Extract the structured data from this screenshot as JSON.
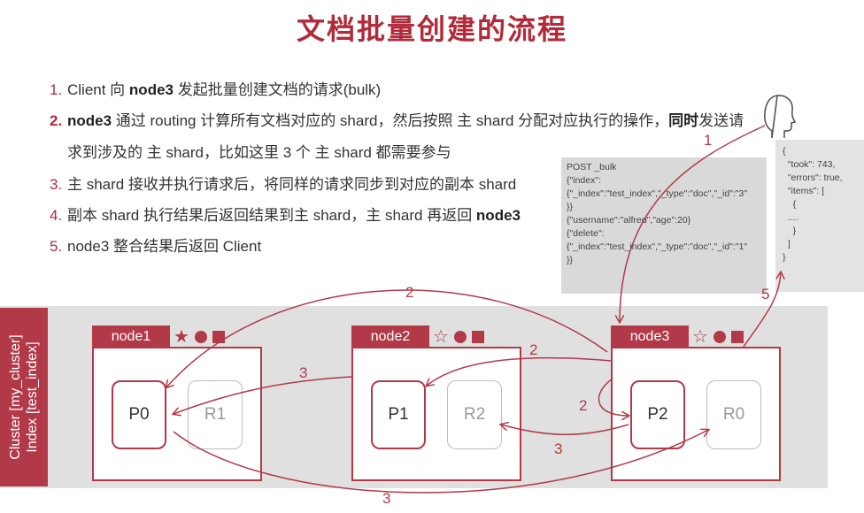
{
  "title": "文档批量创建的流程",
  "steps": [
    {
      "num": "1.",
      "parts": [
        [
          "t",
          "Client 向 "
        ],
        [
          "b",
          "node3"
        ],
        [
          "t",
          " 发起批量创建文档的请求(bulk)"
        ]
      ]
    },
    {
      "num": "2.",
      "parts": [
        [
          "b",
          "node3"
        ],
        [
          "t",
          " 通过 routing 计算所有文档对应的 shard，然后按照 主 shard 分配对应执行的操作，"
        ],
        [
          "b",
          "同时"
        ],
        [
          "t",
          "发送请求到涉及的 主 shard，比如这里 3 个 主 shard 都需要参与"
        ]
      ]
    },
    {
      "num": "3.",
      "parts": [
        [
          "t",
          "主 shard 接收并执行请求后，将同样的请求同步到对应的副本 shard"
        ]
      ]
    },
    {
      "num": "4.",
      "parts": [
        [
          "t",
          "副本 shard 执行结果后返回结果到主 shard，主 shard 再返回 "
        ],
        [
          "b",
          "node3"
        ]
      ]
    },
    {
      "num": "5.",
      "parts": [
        [
          "t",
          "node3 整合结果后返回 Client"
        ]
      ]
    }
  ],
  "request_code": "POST _bulk\n{\"index\":\n{\"_index\":\"test_index\",\"_type\":\"doc\",\"_id\":\"3\"\n}}\n{\"username\":\"alfred\",\"age\":20}\n{\"delete\":\n{\"_index\":\"test_index\",\"_type\":\"doc\",\"_id\":\"1\"\n}}",
  "response_code": "{\n  \"took\": 743,\n  \"errors\": true,\n  \"items\": [\n    {\n  ....\n    }\n  ]\n}",
  "cluster": {
    "line1": "Cluster [my_cluster]",
    "line2": "Index [test_index]"
  },
  "nodes": [
    {
      "name": "node1",
      "star": "★",
      "shards": [
        {
          "label": "P0",
          "type": "primary"
        },
        {
          "label": "R1",
          "type": "replica"
        }
      ]
    },
    {
      "name": "node2",
      "star": "☆",
      "shards": [
        {
          "label": "P1",
          "type": "primary"
        },
        {
          "label": "R2",
          "type": "replica"
        }
      ]
    },
    {
      "name": "node3",
      "star": "☆",
      "shards": [
        {
          "label": "P2",
          "type": "primary"
        },
        {
          "label": "R0",
          "type": "replica"
        }
      ]
    }
  ],
  "arrow_labels": {
    "a1": "1",
    "a2_top": "2",
    "a2_mid": "2",
    "a2_self": "2",
    "a3_upper": "3",
    "a3_lower": "3",
    "a3_bottom": "3",
    "a5": "5"
  },
  "colors": {
    "accent": "#b23a48",
    "title": "#b22a3a",
    "band": "#e0e0e0"
  },
  "icons": {
    "client": "person-head-icon",
    "master": "star-icon",
    "data": "circle-icon",
    "ingest": "square-icon"
  }
}
